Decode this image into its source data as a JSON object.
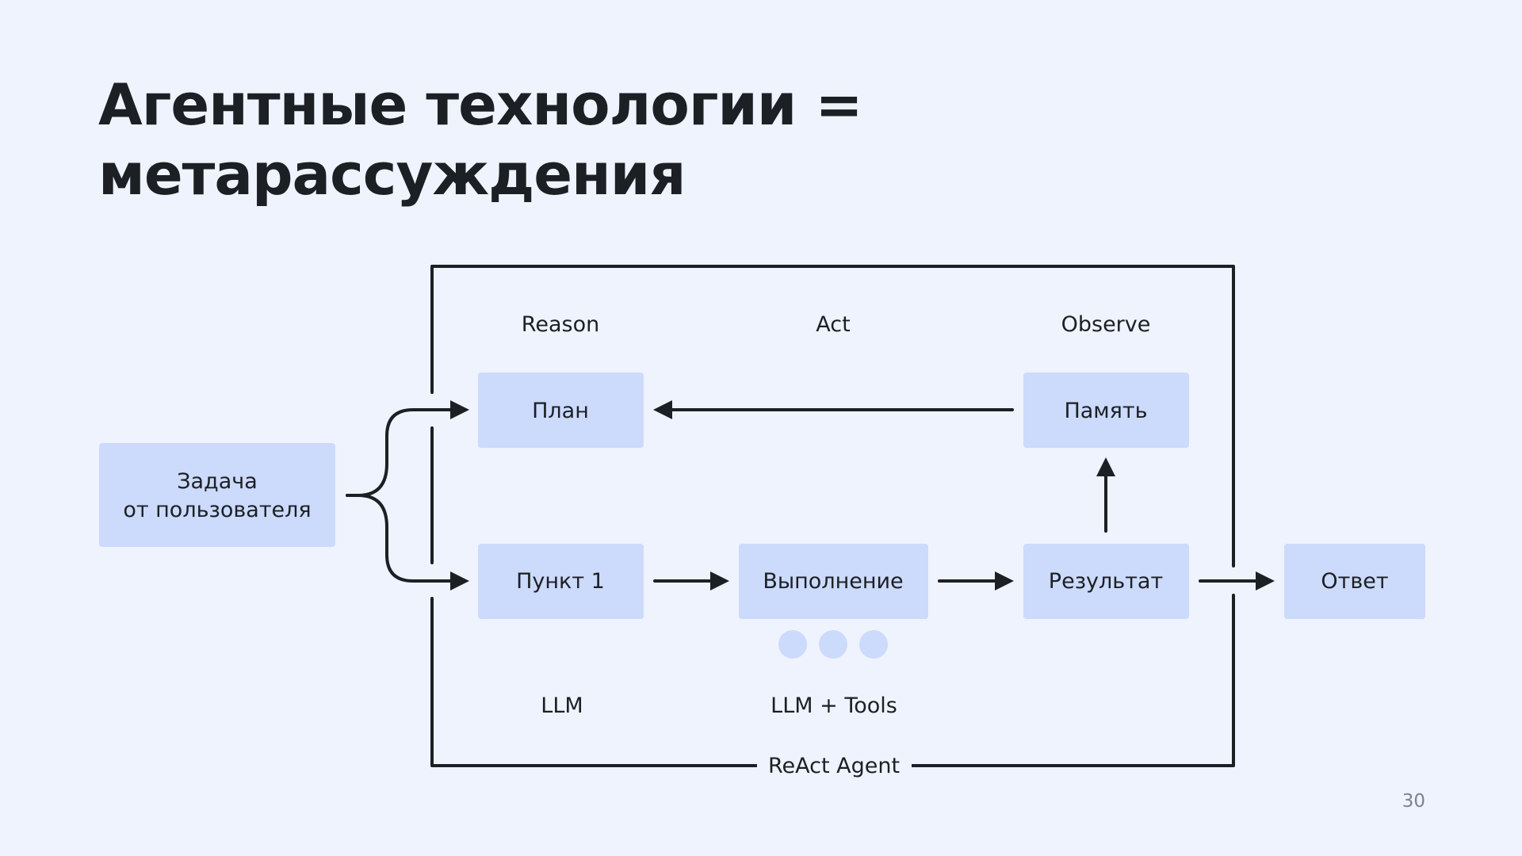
{
  "title": {
    "line1": "Агентные технологии =",
    "line2": "метарассуждения"
  },
  "diagram": {
    "columns": {
      "reason": "Reason",
      "act": "Act",
      "observe": "Observe"
    },
    "nodes": {
      "task_line1": "Задача",
      "task_line2": "от пользователя",
      "plan": "План",
      "memory": "Память",
      "step1": "Пункт 1",
      "execution": "Выполнение",
      "result": "Результат",
      "answer": "Ответ"
    },
    "bottom_labels": {
      "llm": "LLM",
      "llm_tools": "LLM + Tools"
    },
    "frame_label": "ReAct Agent"
  },
  "page_number": "30",
  "colors": {
    "background": "#eff3fd",
    "node_fill": "#ccdafc",
    "line": "#1c1f24"
  }
}
